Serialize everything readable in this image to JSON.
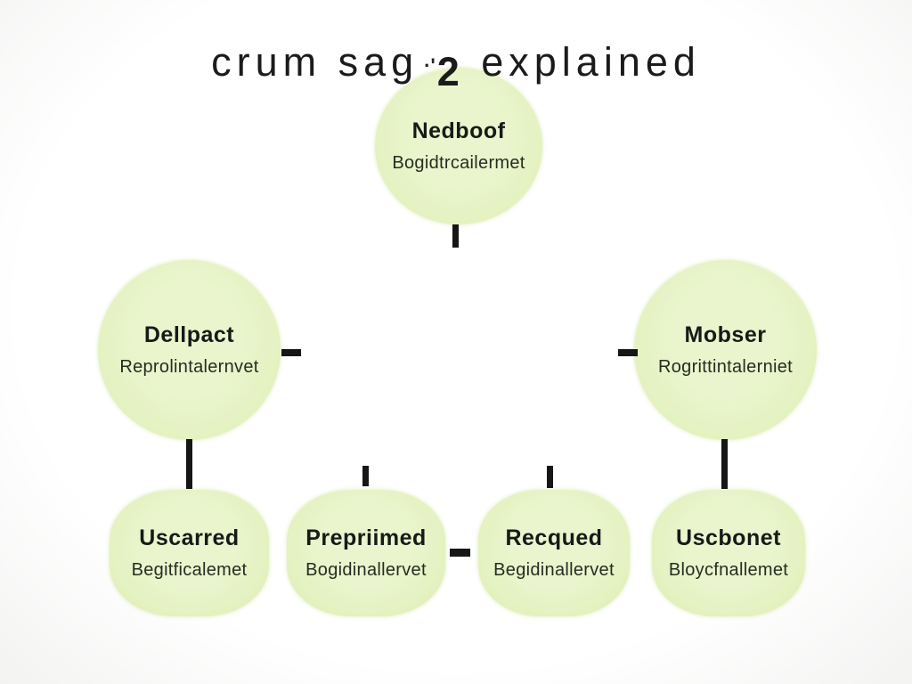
{
  "title": {
    "part1": "crum sag",
    "mark": "·'",
    "part2": "2",
    "part3": "explained"
  },
  "nodes": {
    "top": {
      "heading": "Nedboof",
      "subtitle": "Bogidtrcailermet"
    },
    "left": {
      "heading": "Dellpact",
      "subtitle": "Reprolintalernvet"
    },
    "right": {
      "heading": "Mobser",
      "subtitle": "Rogrittintalerniet"
    },
    "bottom1": {
      "heading": "Uscarred",
      "subtitle": "Begitficalemet"
    },
    "bottom2": {
      "heading": "Prepriimed",
      "subtitle": "Bogidinallervet"
    },
    "bottom3": {
      "heading": "Recqued",
      "subtitle": "Begidinallervet"
    },
    "bottom4": {
      "heading": "Uscbonet",
      "subtitle": "Bloycfnallemet"
    }
  },
  "colors": {
    "node_fill": "#e7f3c6",
    "node_edge": "#ddeeb2",
    "connector": "#161616",
    "heading_text": "#171a18",
    "subtitle_text": "#262c22",
    "background": "#ffffff"
  }
}
